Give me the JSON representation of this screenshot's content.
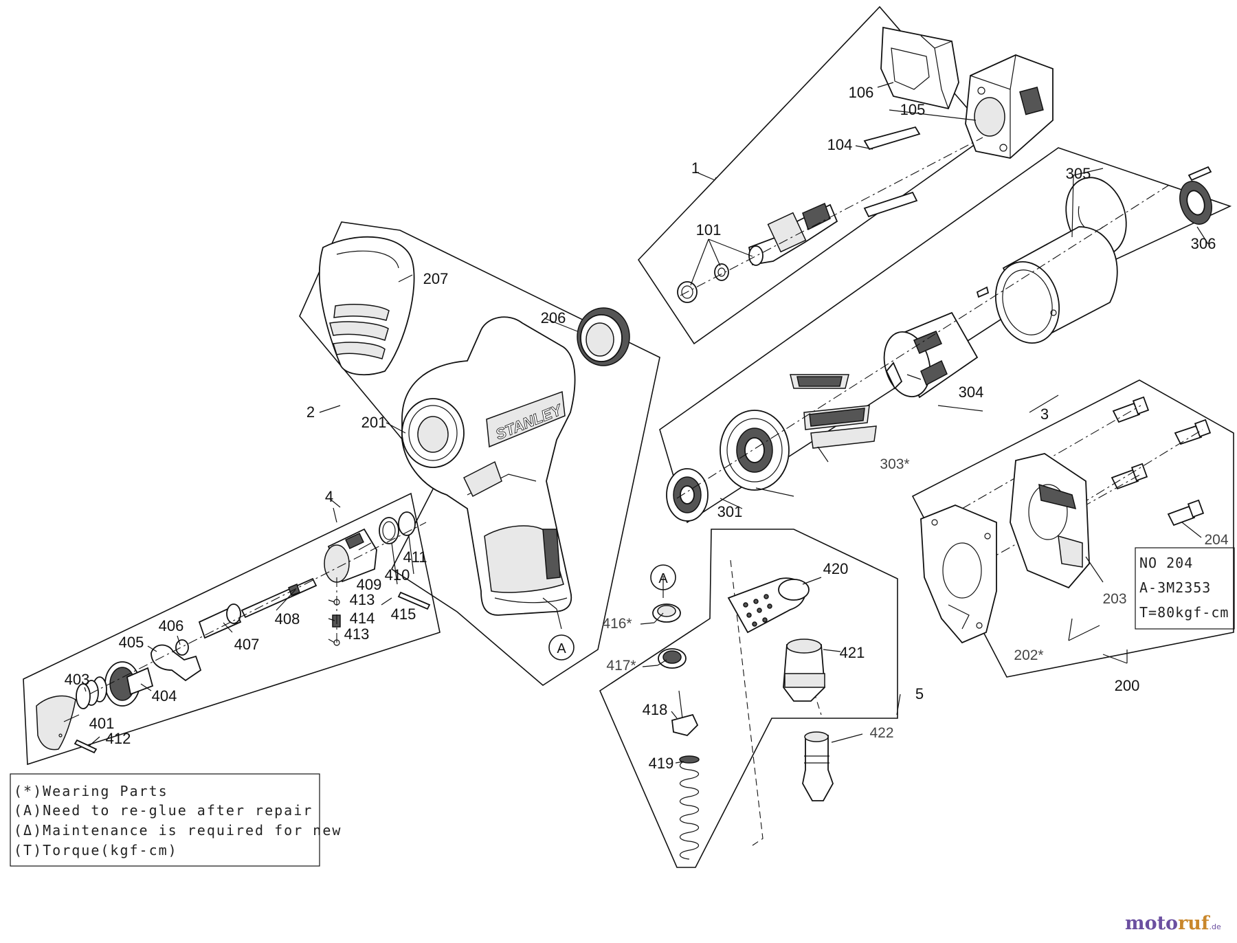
{
  "groups": {
    "g1": "1",
    "g2": "2",
    "g3": "3",
    "g4": "4",
    "g5": "5",
    "g200": "200"
  },
  "parts": {
    "p101": "101",
    "p104": "104",
    "p105": "105",
    "p106": "106",
    "p201": "201",
    "p202": "202*",
    "p203": "203",
    "p204": "204",
    "p206": "206",
    "p207": "207",
    "p301": "301",
    "p303": "303*",
    "p304": "304",
    "p305": "305",
    "p306": "306",
    "p401": "401",
    "p403": "403",
    "p404": "404",
    "p405": "405",
    "p406": "406",
    "p407": "407",
    "p408": "408",
    "p409": "409",
    "p410": "410",
    "p411": "411",
    "p412": "412",
    "p413a": "413",
    "p413b": "413",
    "p414": "414",
    "p415": "415",
    "p416": "416*",
    "p417": "417*",
    "p418": "418",
    "p419": "419",
    "p420": "420",
    "p421": "421",
    "p422": "422"
  },
  "markers": {
    "a1": "A",
    "a2": "A"
  },
  "tool_brand": "STANLEY",
  "torque_box": {
    "line1": "NO 204",
    "line2": "A-3M2353",
    "line3": "T=80kgf-cm"
  },
  "legend": {
    "line1": "(*)Wearing Parts",
    "line2": "(A)Need to re-glue after repair",
    "line3": "(Δ)Maintenance is required for new",
    "line4": "(T)Torque(kgf-cm)"
  },
  "watermark": {
    "part1": "moto",
    "part2": "ruf",
    "suffix": ".de"
  }
}
